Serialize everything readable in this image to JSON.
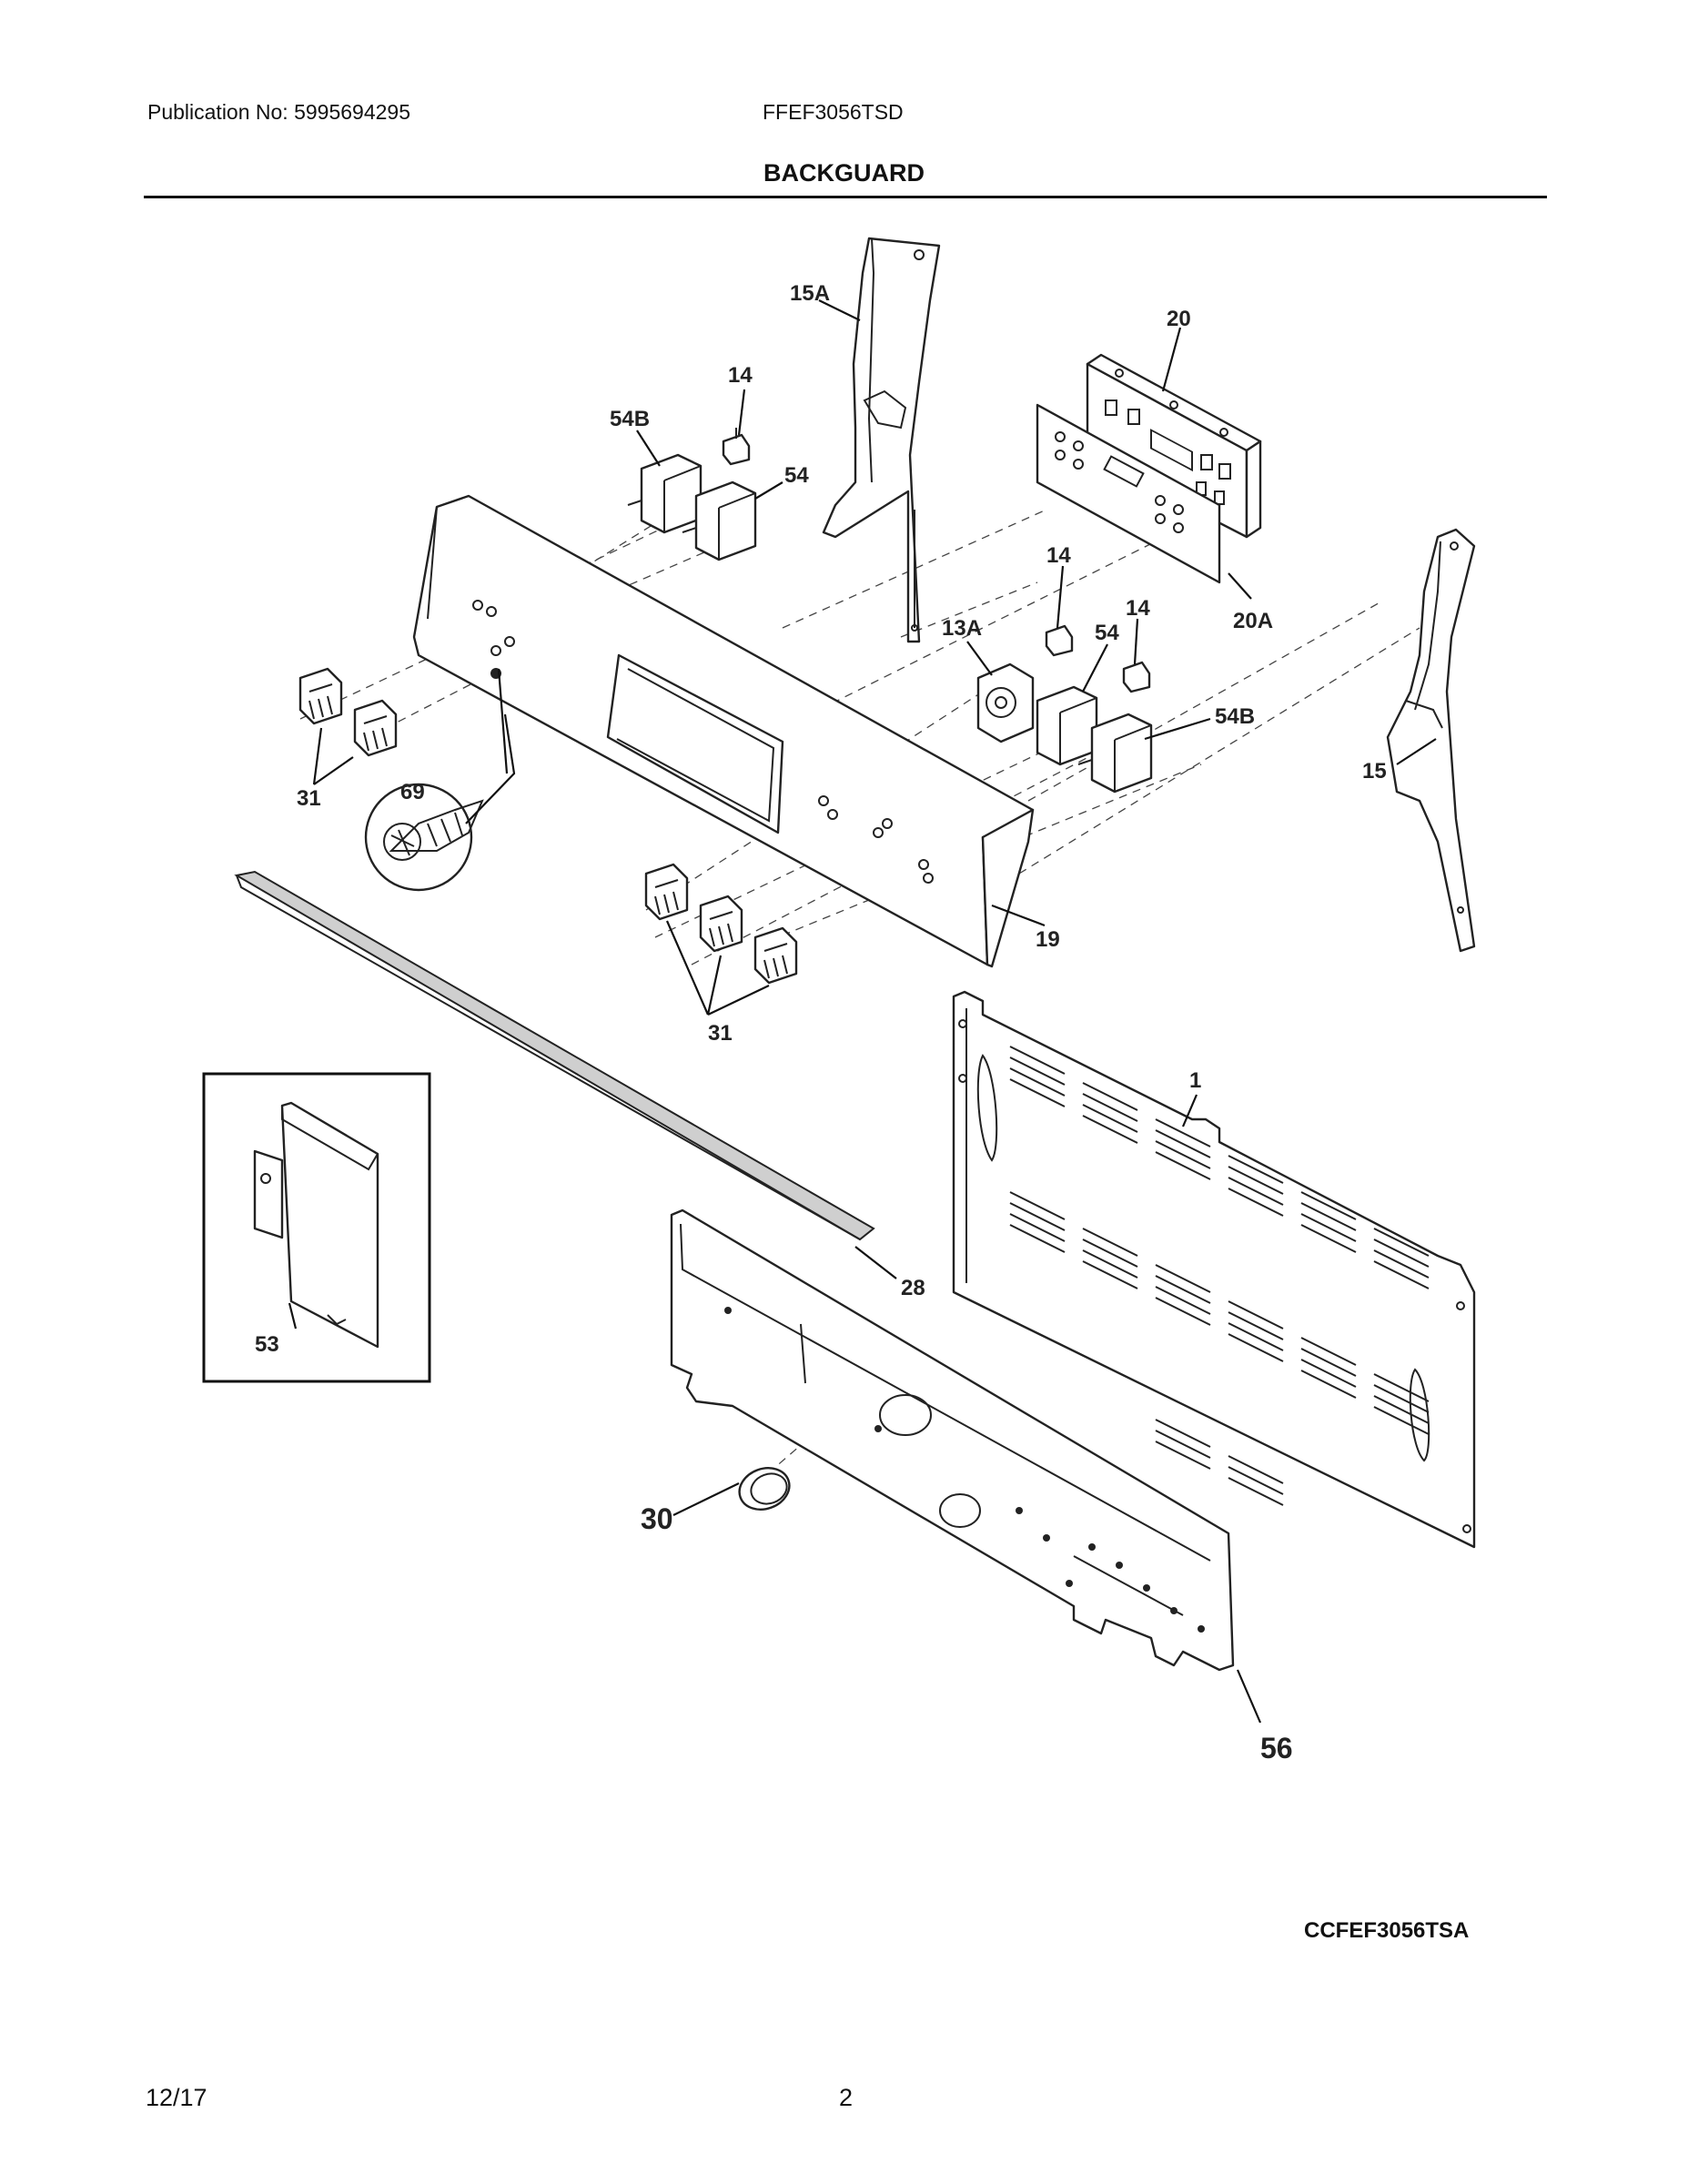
{
  "header": {
    "publication": "Publication No: 5995694295",
    "model": "FFEF3056TSD",
    "section_title": "BACKGUARD"
  },
  "callouts": {
    "c15A": "15A",
    "c20": "20",
    "c14a": "14",
    "c54Ba": "54B",
    "c54a": "54",
    "c14b": "14",
    "c14c": "14",
    "c13A": "13A",
    "c54b": "54",
    "c20A": "20A",
    "c54Bb": "54B",
    "c15": "15",
    "c31a": "31",
    "c69": "69",
    "c19": "19",
    "c31b": "31",
    "c1": "1",
    "c28": "28",
    "c53": "53",
    "c30": "30",
    "c56": "56"
  },
  "diagram_code": "CCFEF3056TSA",
  "footer": {
    "date": "12/17",
    "page": "2"
  }
}
